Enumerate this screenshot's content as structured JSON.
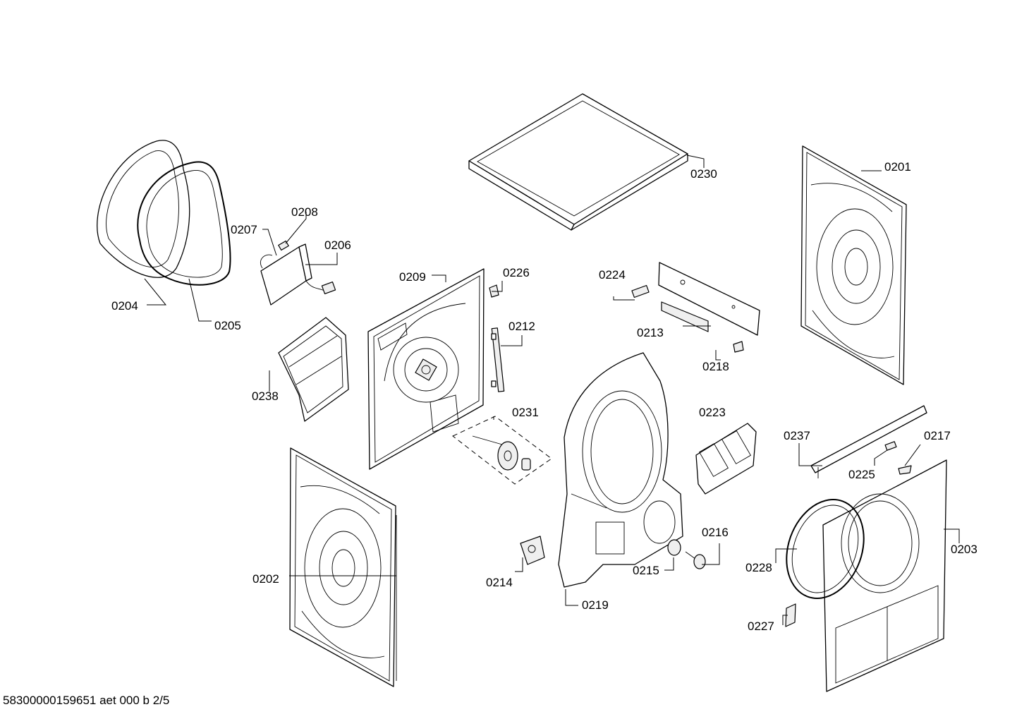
{
  "footer": {
    "doc_id": "58300000159651 aet 000 b 2/5"
  },
  "labels": {
    "l0201": "0201",
    "l0202": "0202",
    "l0203": "0203",
    "l0204": "0204",
    "l0205": "0205",
    "l0206": "0206",
    "l0207": "0207",
    "l0208": "0208",
    "l0209": "0209",
    "l0212": "0212",
    "l0213": "0213",
    "l0214": "0214",
    "l0215": "0215",
    "l0216": "0216",
    "l0217": "0217",
    "l0218": "0218",
    "l0219": "0219",
    "l0223": "0223",
    "l0224": "0224",
    "l0225": "0225",
    "l0226": "0226",
    "l0227": "0227",
    "l0228": "0228",
    "l0230": "0230",
    "l0231": "0231",
    "l0237": "0237",
    "l0238": "0238"
  }
}
